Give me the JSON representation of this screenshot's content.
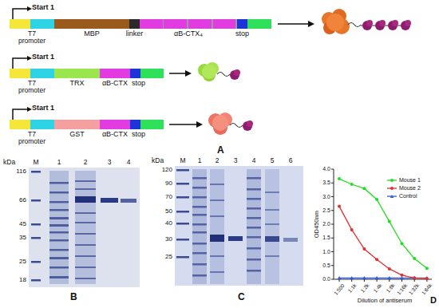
{
  "diagram": {
    "nodes": [
      {
        "text": [
          "MBP"
        ]
      },
      {
        "text": [
          "linker"
        ]
      },
      {
        "text": [
          "αB-CTX₄"
        ]
      },
      {
        "text": [
          "stop"
        ]
      },
      {
        "text": [
          "TRX"
        ]
      },
      {
        "text": [
          "αB-CTX"
        ]
      },
      {
        "text": [
          "stop"
        ]
      },
      {
        "text": [
          "GST"
        ]
      },
      {
        "text": [
          "αB-CTX"
        ]
      },
      {
        "text": [
          "stop"
        ]
      }
    ],
    "labels": [
      "A",
      "Start 1",
      "T7 promoter",
      "Start 1",
      "T7 promoter",
      "Start 1",
      "T7 promoter",
      "kDa",
      "M",
      "1",
      "2",
      "3",
      "4",
      "116",
      "66",
      "45",
      "35",
      "25",
      "18",
      "B",
      "kDa",
      "M",
      "1",
      "2",
      "3",
      "4",
      "5",
      "6",
      "120",
      "90",
      "70",
      "50",
      "40",
      "30",
      "25",
      "C",
      "4.0",
      "3.5",
      "3.0",
      "2.5",
      "2.0",
      "1.5",
      "1.0",
      "0.5",
      "0.0",
      "OD450nm",
      "1:500",
      "1:1k",
      "1:2k",
      "1:4k",
      "1:8k",
      "1:16k",
      "1:32k",
      "1:64k",
      "Dilution of antiserum",
      "D"
    ],
    "legend": [
      {
        "text": "Mouse 1"
      },
      {
        "text": "Mouse 2"
      },
      {
        "text": "Control"
      }
    ]
  }
}
